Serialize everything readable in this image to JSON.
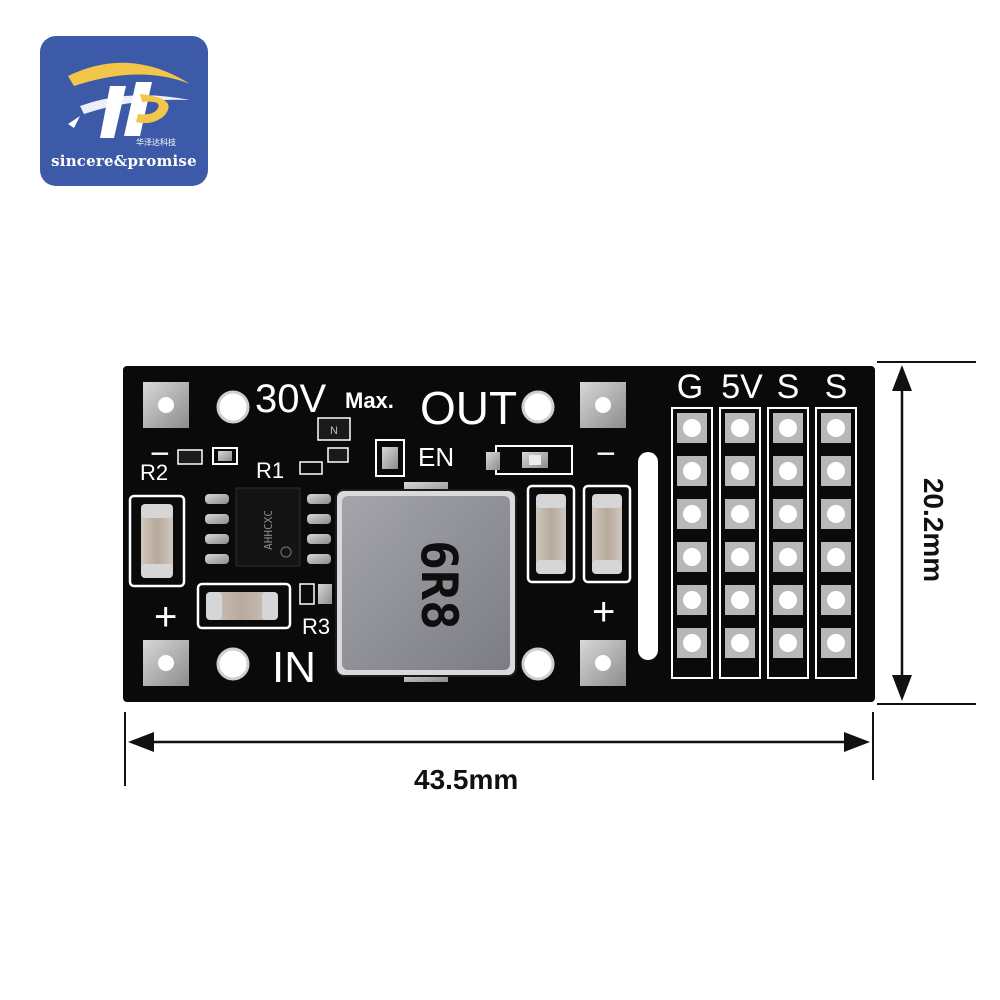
{
  "logo": {
    "brand_en": "sincere&promise",
    "brand_cn": "华泽达科技",
    "mark": "SP"
  },
  "board": {
    "voltage_label": "30V",
    "max_label": "Max.",
    "out_label": "OUT",
    "in_label": "IN",
    "en_label": "EN",
    "r1_label": "R1",
    "r2_label": "R2",
    "r3_label": "R3",
    "plus_left": "+",
    "plus_right": "+",
    "minus_left": "−",
    "minus_right": "−",
    "header_labels": [
      "G",
      "5V",
      "S",
      "S"
    ],
    "header_rows": 6,
    "inductor_marking": "6R8",
    "ic_marking": "AHHCXC",
    "small_chip_marking": "N",
    "colors": {
      "pcb": "#0a0a0a",
      "silkscreen": "#ffffff",
      "pad": "#b4b4b4",
      "inductor": "#8f8f96",
      "background": "#ffffff",
      "logo": "#3d5aa8"
    }
  },
  "dimensions": {
    "width_label": "43.5mm",
    "height_label": "20.2mm"
  }
}
